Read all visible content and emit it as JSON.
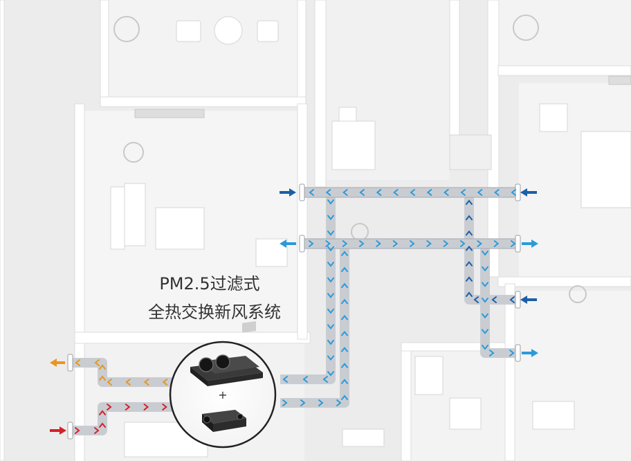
{
  "title": {
    "line1": "PM2.5过滤式",
    "line2": "全热交换新风系统"
  },
  "equipment": {
    "plus": "+",
    "units": [
      "heat-exchange-ventilator",
      "pm25-filter-box"
    ]
  },
  "colors": {
    "supply_air": "#2b9ad9",
    "fresh_inlet_dark": "#1d5fa6",
    "exhaust_air": "#e8961f",
    "outdoor_intake": "#d4212a",
    "duct": "#c9cdd2",
    "floor": "#f2f2f2",
    "wall": "#ffffff"
  },
  "flows": [
    {
      "id": "return-top-left",
      "direction": "in",
      "color_key": "fresh_inlet_dark"
    },
    {
      "id": "return-top-right",
      "direction": "in",
      "color_key": "fresh_inlet_dark"
    },
    {
      "id": "supply-mid-left",
      "direction": "out",
      "color_key": "supply_air"
    },
    {
      "id": "supply-mid-right",
      "direction": "out",
      "color_key": "supply_air"
    },
    {
      "id": "return-right",
      "direction": "in",
      "color_key": "fresh_inlet_dark"
    },
    {
      "id": "supply-lower-right",
      "direction": "out",
      "color_key": "supply_air"
    },
    {
      "id": "exhaust-outdoor",
      "direction": "out",
      "color_key": "exhaust_air"
    },
    {
      "id": "intake-outdoor",
      "direction": "in",
      "color_key": "outdoor_intake"
    }
  ]
}
